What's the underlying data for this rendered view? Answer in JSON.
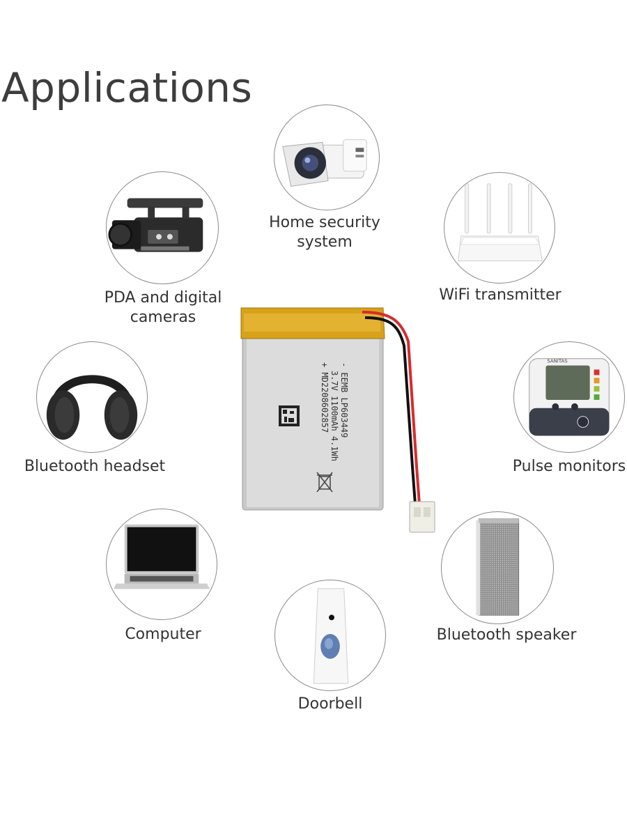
{
  "title": "Applications",
  "applications": [
    {
      "key": "security",
      "label": "Home security\nsystem",
      "icon": "security-camera-icon"
    },
    {
      "key": "camera",
      "label": "PDA and digital\ncameras",
      "icon": "video-camera-icon"
    },
    {
      "key": "wifi",
      "label": "WiFi transmitter",
      "icon": "wifi-router-icon"
    },
    {
      "key": "headset",
      "label": "Bluetooth headset",
      "icon": "headphones-icon"
    },
    {
      "key": "pulse",
      "label": "Pulse monitors",
      "icon": "blood-pressure-monitor-icon"
    },
    {
      "key": "computer",
      "label": "Computer",
      "icon": "laptop-icon"
    },
    {
      "key": "speaker",
      "label": "Bluetooth speaker",
      "icon": "speaker-icon"
    },
    {
      "key": "doorbell",
      "label": "Doorbell",
      "icon": "doorbell-icon"
    }
  ],
  "battery": {
    "icon": "lipo-battery-icon",
    "print_line1": "- EEMB LP603449",
    "print_line2": "3.7V 1100mAh 4.1Wh",
    "print_line3": "+ MD2208602857",
    "monitor_brand": "SANITAS"
  }
}
